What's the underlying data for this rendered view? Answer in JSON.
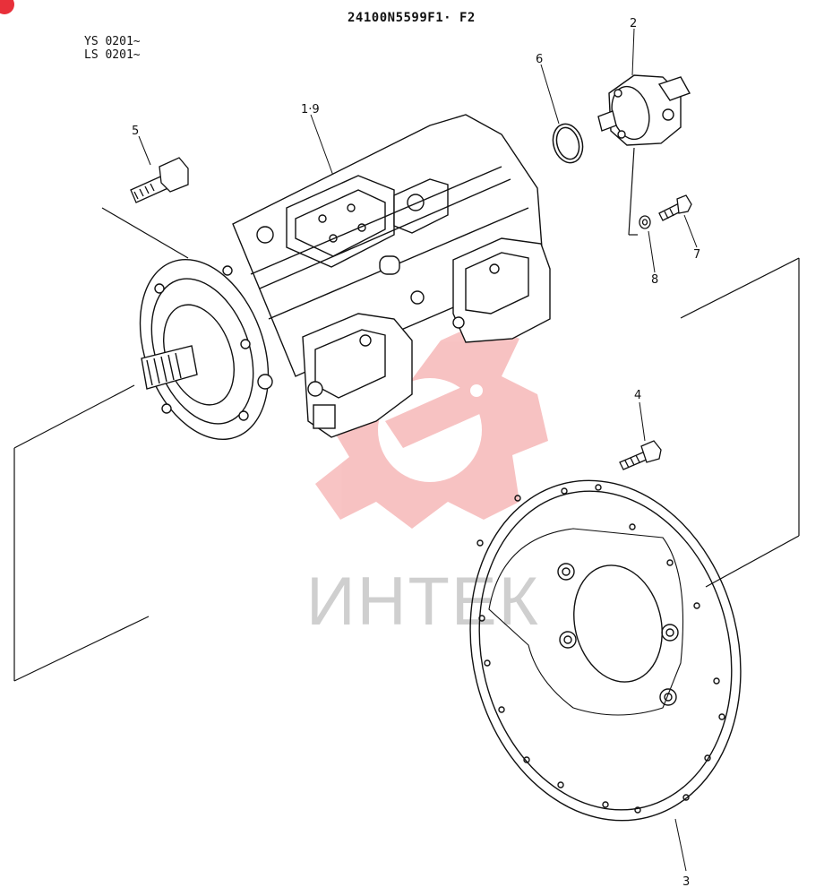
{
  "drawing": {
    "code": "24100N5599F1· F2",
    "serial_ranges": [
      "YS 0201~",
      "LS 0201~"
    ]
  },
  "callouts": {
    "main_pump": "1·9",
    "gear_pump": "2",
    "coupling_flange": "3",
    "flange_bolt": "4",
    "mount_bolt": "5",
    "o_ring": "6",
    "pump_bolt": "7",
    "washer": "8"
  },
  "watermark": {
    "text": "ИНТЕК",
    "color": "#e83a3a"
  },
  "icons": {
    "watermark_logo": "gear-wrench-logo-icon",
    "corner_badge": "red-dot-icon"
  }
}
